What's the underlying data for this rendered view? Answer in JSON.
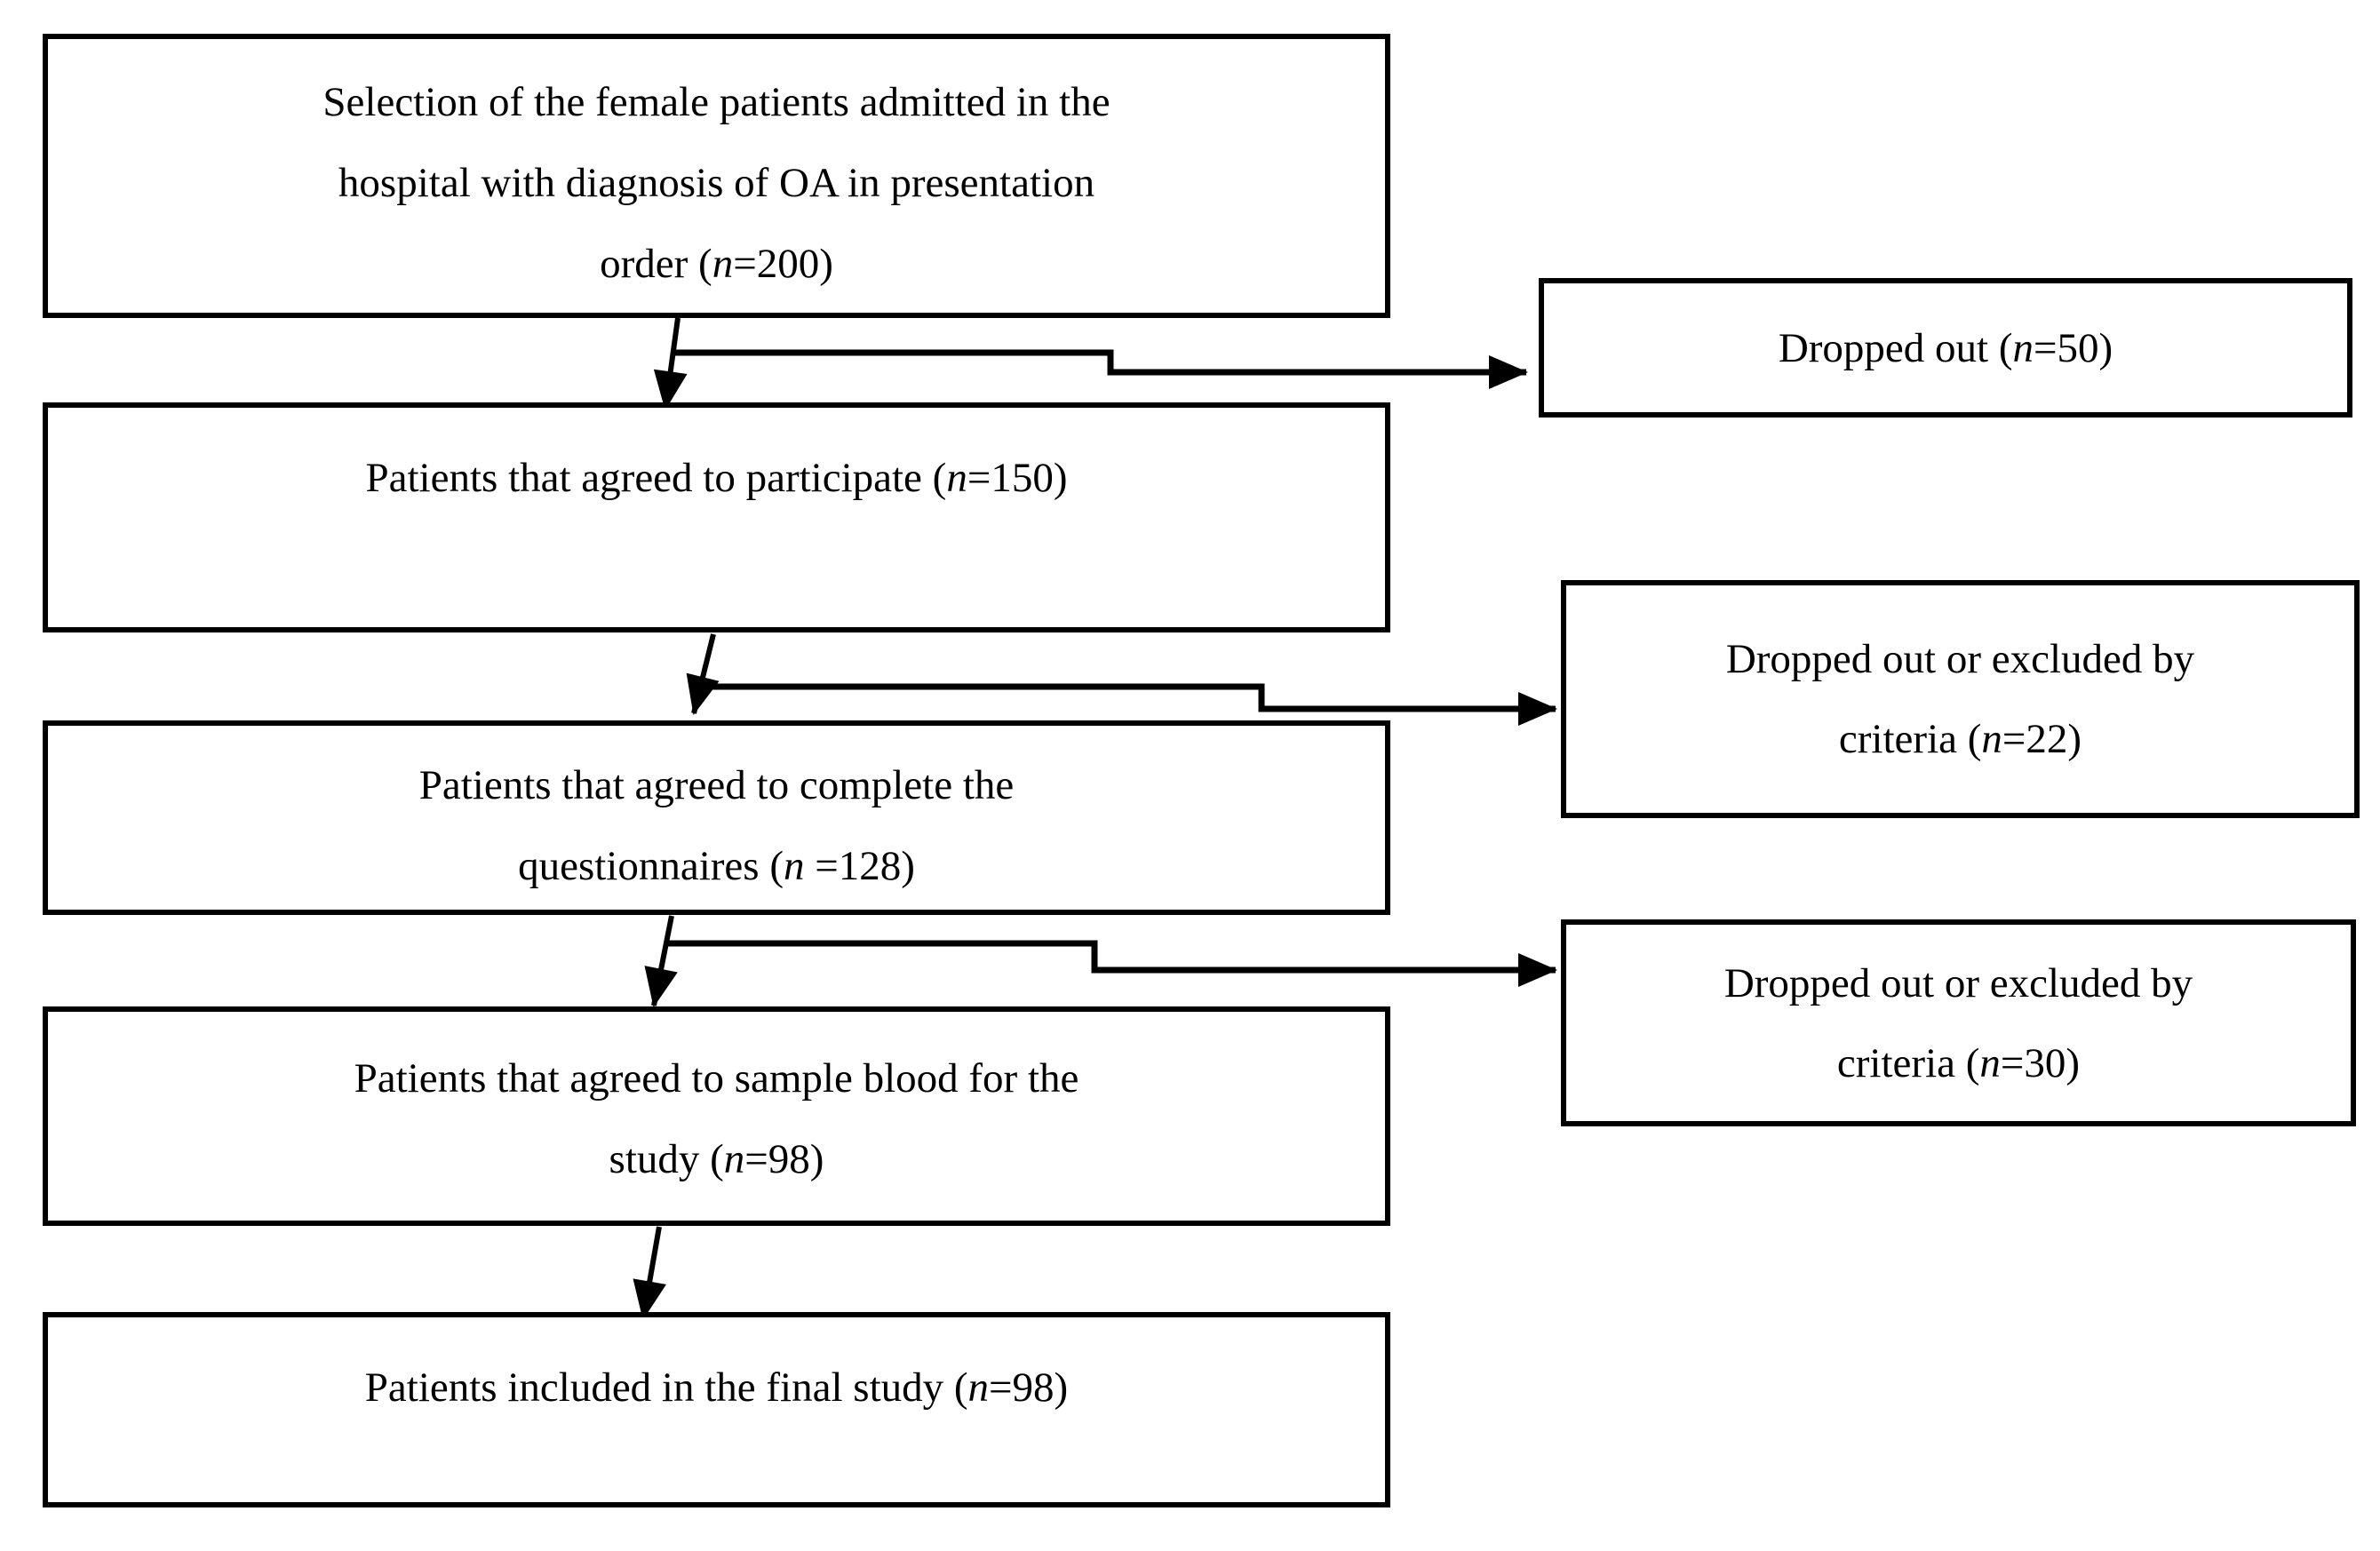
{
  "figure": {
    "background_color": "#ffffff",
    "line_color": "#000000",
    "text_color": "#000000"
  },
  "boxes": {
    "selection": {
      "line1": "Selection of the female patients admitted in the",
      "line2": "hospital with diagnosis of OA in presentation",
      "line3_pre": "order (",
      "n": "n",
      "line3_post": "=200)"
    },
    "participate": {
      "line1_pre": "Patients that agreed to participate (",
      "n": "n",
      "line1_post": "=150)"
    },
    "questionnaires": {
      "line1": "Patients that agreed to complete the",
      "line2_pre": "questionnaires (",
      "n": "n",
      "line2_post": " =128)"
    },
    "blood": {
      "line1": "Patients that agreed to sample blood for the",
      "line2_pre": "study (",
      "n": "n",
      "line2_post": "=98)"
    },
    "final": {
      "line1_pre": "Patients included in the final study (",
      "n": "n",
      "line1_post": "=98)"
    },
    "dropout1": {
      "line1_pre": "Dropped out (",
      "n": "n",
      "line1_post": "=50)"
    },
    "dropout2": {
      "line1": "Dropped out or excluded by",
      "line2_pre": "criteria (",
      "n": "n",
      "line2_post": "=22)"
    },
    "dropout3": {
      "line1": "Dropped out or excluded by",
      "line2_pre": "criteria (",
      "n": "n",
      "line2_post": "=30)"
    }
  }
}
